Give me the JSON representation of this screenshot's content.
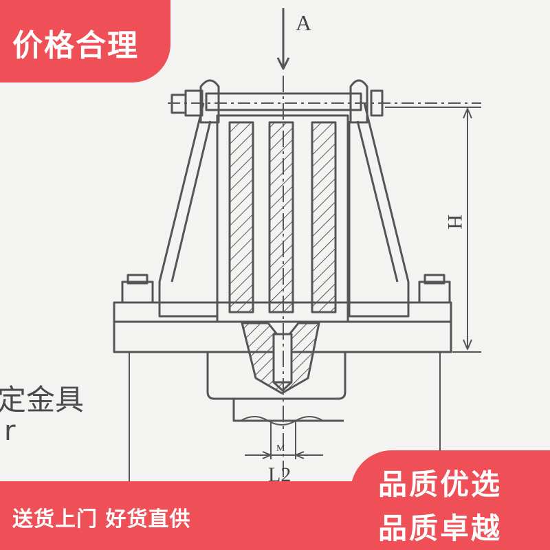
{
  "badges": {
    "top_left": "价格合理",
    "bottom_right_line1": "品质优选",
    "bottom_right_line2": "品质卓越",
    "bottom_left": "送货上门 好货直供"
  },
  "drawing": {
    "view_label": "A",
    "height_label": "H",
    "bolt_label": "M",
    "dim_label": "L2"
  },
  "partial_text": {
    "line1": "定金具",
    "line2": "r"
  },
  "colors": {
    "badge": "#ef4f56",
    "line": "#555555",
    "background": "#f3f3f1"
  }
}
